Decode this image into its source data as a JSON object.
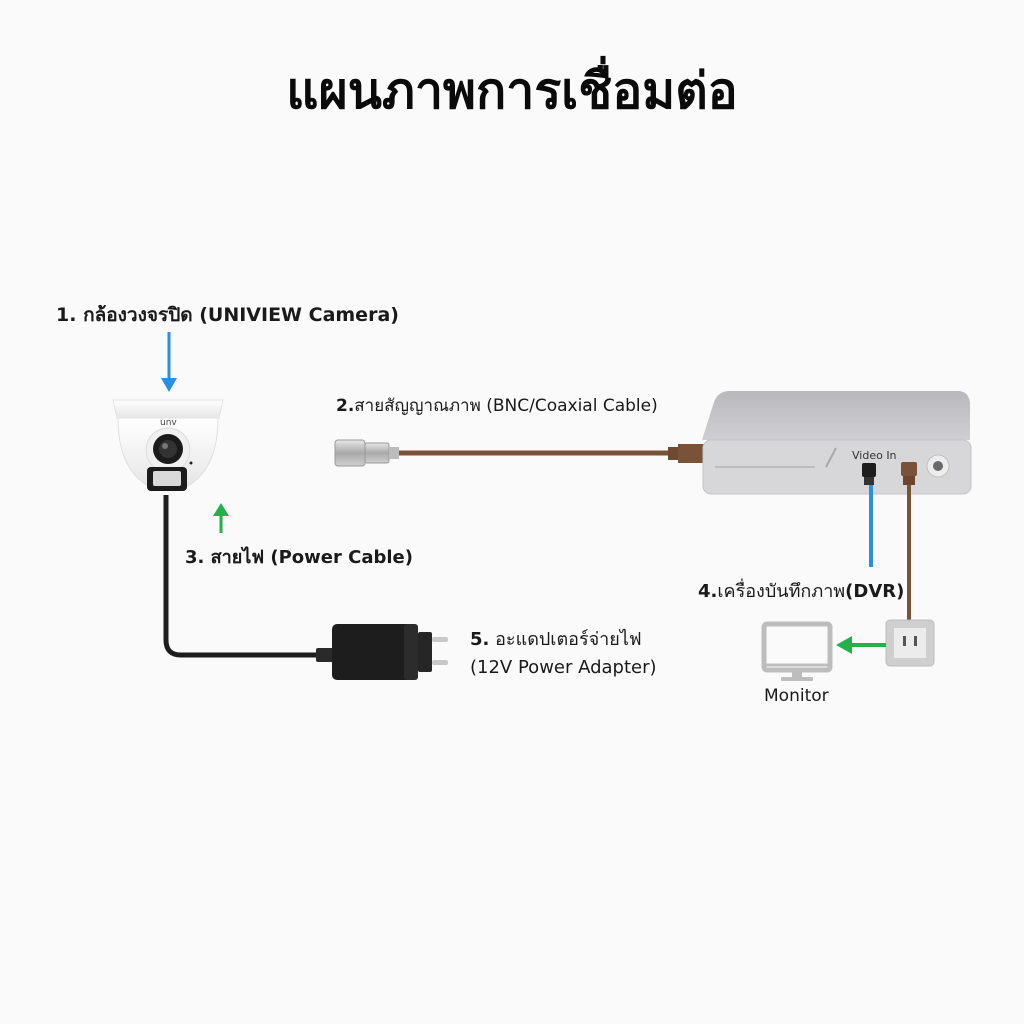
{
  "title": "แผนภาพการเชื่อมต่อ",
  "components": [
    {
      "id": "camera",
      "number": "1.",
      "label": "กล้องวงจรปิด (UNIVIEW Camera)",
      "brand_mark": "unv"
    },
    {
      "id": "bnc-cable",
      "number": "2.",
      "label_thai": "สายสัญญาณภาพ",
      "label_en": "(BNC/Coaxial Cable)"
    },
    {
      "id": "power-cable",
      "number": "3.",
      "label_thai": "สายไฟ",
      "label_en": "(Power Cable)"
    },
    {
      "id": "dvr",
      "number": "4.",
      "label_thai": "เครื่องบันทึกภาพ",
      "label_en": "(DVR)",
      "port_label": "Video In"
    },
    {
      "id": "adapter",
      "number": "5.",
      "label_thai": "อะแดปเตอร์จ่ายไฟ",
      "label_en": "(12V Power Adapter)"
    },
    {
      "id": "monitor",
      "label": "Monitor"
    }
  ],
  "colors": {
    "blue_arrow": "#2b8fe0",
    "green_arrow": "#22b24c",
    "coax_brown": "#7a5238",
    "power_black": "#1e1e1e",
    "dvr_gray": "#c8c8ca"
  }
}
